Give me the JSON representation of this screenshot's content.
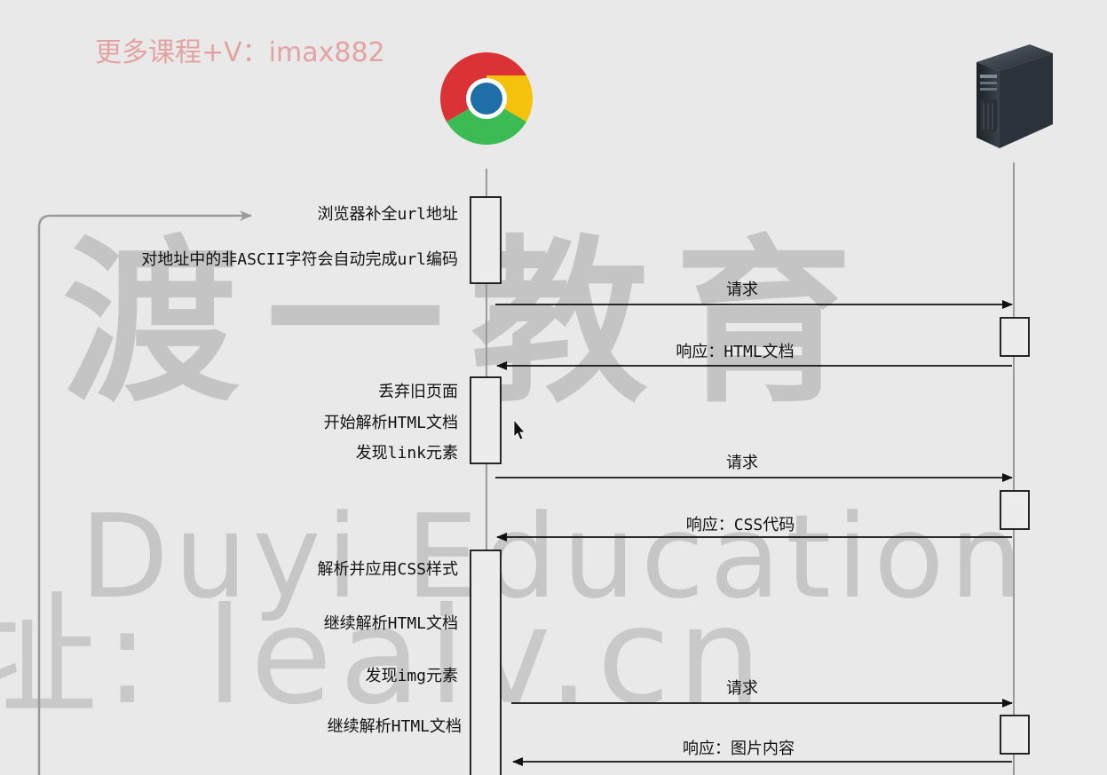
{
  "watermark": {
    "brand_cn": "渡一教育",
    "brand_en": "Duyi Education",
    "site": "址: leaiv.cn"
  },
  "promo_text": "更多课程+V：imax882",
  "actors": {
    "browser_icon": "chrome-icon",
    "server_icon": "server-icon"
  },
  "browser_notes": [
    "浏览器补全url地址",
    "对地址中的非ASCII字符会自动完成url编码",
    "丢弃旧页面",
    "开始解析HTML文档",
    "发现link元素",
    "解析并应用CSS样式",
    "继续解析HTML文档",
    "发现img元素",
    "继续解析HTML文档"
  ],
  "messages": [
    "请求",
    "响应：HTML文档",
    "请求",
    "响应：CSS代码",
    "请求",
    "响应：图片内容"
  ],
  "colors": {
    "background": "#e9e9e9",
    "line": "#111111",
    "lifeline": "#9a9a9a",
    "watermark": "#c4c4c4",
    "promo": "#e3a3a3"
  }
}
